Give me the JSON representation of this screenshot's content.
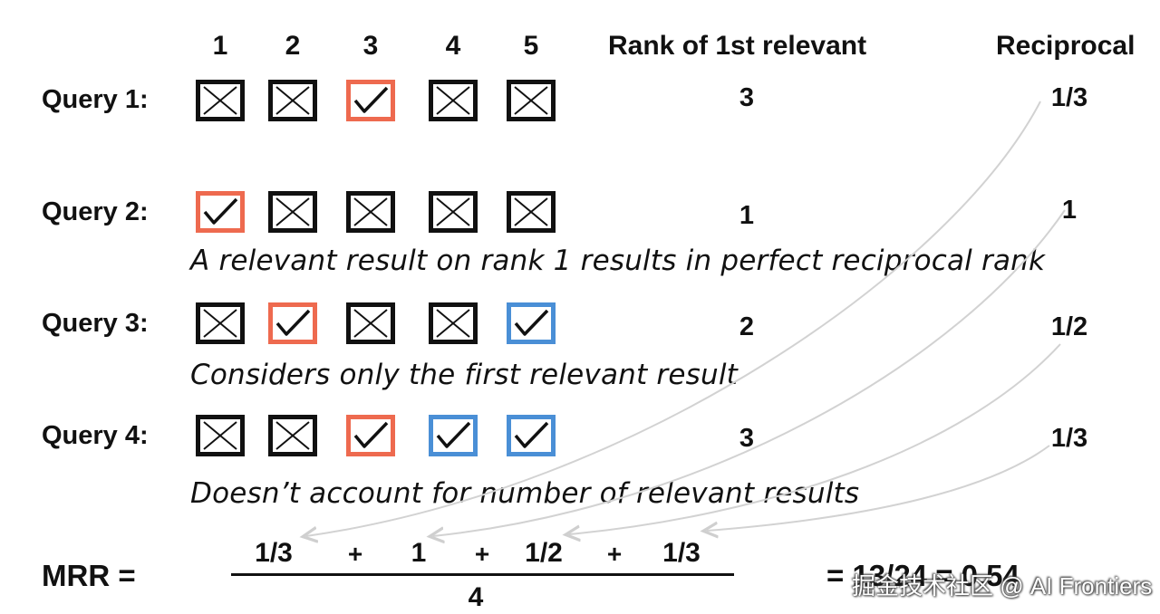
{
  "columns": [
    "1",
    "2",
    "3",
    "4",
    "5"
  ],
  "rank_header": "Rank of 1st relevant",
  "reciprocal_header": "Reciprocal",
  "queries": [
    {
      "label": "Query 1:",
      "boxes": [
        "x",
        "x",
        "o",
        "x",
        "x"
      ],
      "rank": "3",
      "reciprocal": "1/3"
    },
    {
      "label": "Query 2:",
      "boxes": [
        "o",
        "x",
        "x",
        "x",
        "x"
      ],
      "rank": "1",
      "reciprocal": "1"
    },
    {
      "label": "Query 3:",
      "boxes": [
        "x",
        "o",
        "x",
        "x",
        "b"
      ],
      "rank": "2",
      "reciprocal": "1/2"
    },
    {
      "label": "Query 4:",
      "boxes": [
        "x",
        "x",
        "o",
        "b",
        "b"
      ],
      "rank": "3",
      "reciprocal": "1/3"
    }
  ],
  "notes": [
    "A relevant result on rank 1 results in perfect reciprocal rank",
    "Considers only the first relevant result",
    "Doesn’t account for number of relevant results"
  ],
  "formula": {
    "label": "MRR =",
    "terms": [
      "1/3",
      "1",
      "1/2",
      "1/3"
    ],
    "plus": "+",
    "denominator": "4",
    "result": "= 13/24 = 0.54"
  },
  "watermark": "掘金技术社区 @ AI Frontiers",
  "colors": {
    "first_relevant": "#ee6a4f",
    "other_relevant": "#4a8fd6",
    "not_relevant": "#111111",
    "arrow": "#cfcfcf"
  }
}
